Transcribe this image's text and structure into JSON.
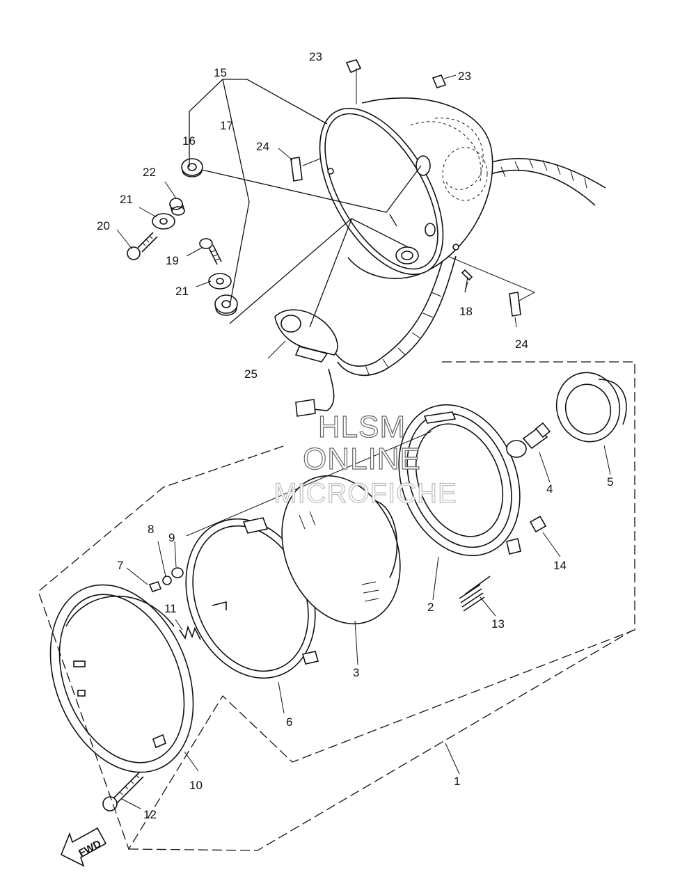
{
  "callouts": [
    {
      "id": "p1",
      "text": "1"
    },
    {
      "id": "p2",
      "text": "2"
    },
    {
      "id": "p3",
      "text": "3"
    },
    {
      "id": "p4",
      "text": "4"
    },
    {
      "id": "p5",
      "text": "5"
    },
    {
      "id": "p6",
      "text": "6"
    },
    {
      "id": "p7",
      "text": "7"
    },
    {
      "id": "p8",
      "text": "8"
    },
    {
      "id": "p9",
      "text": "9"
    },
    {
      "id": "p10",
      "text": "10"
    },
    {
      "id": "p11",
      "text": "11"
    },
    {
      "id": "p12",
      "text": "12"
    },
    {
      "id": "p13",
      "text": "13"
    },
    {
      "id": "p14",
      "text": "14"
    },
    {
      "id": "p15",
      "text": "15"
    },
    {
      "id": "p16",
      "text": "16"
    },
    {
      "id": "p17",
      "text": "17"
    },
    {
      "id": "p18",
      "text": "18"
    },
    {
      "id": "p19",
      "text": "19"
    },
    {
      "id": "p20",
      "text": "20"
    },
    {
      "id": "p21a",
      "text": "21"
    },
    {
      "id": "p21b",
      "text": "21"
    },
    {
      "id": "p22",
      "text": "22"
    },
    {
      "id": "p23a",
      "text": "23"
    },
    {
      "id": "p23b",
      "text": "23"
    },
    {
      "id": "p24a",
      "text": "24"
    },
    {
      "id": "p24b",
      "text": "24"
    },
    {
      "id": "p25",
      "text": "25"
    }
  ],
  "watermark": {
    "line1": "HLSM",
    "line2": "ONLINE",
    "line3": "MICROFICHE"
  },
  "direction_label": "FWD"
}
